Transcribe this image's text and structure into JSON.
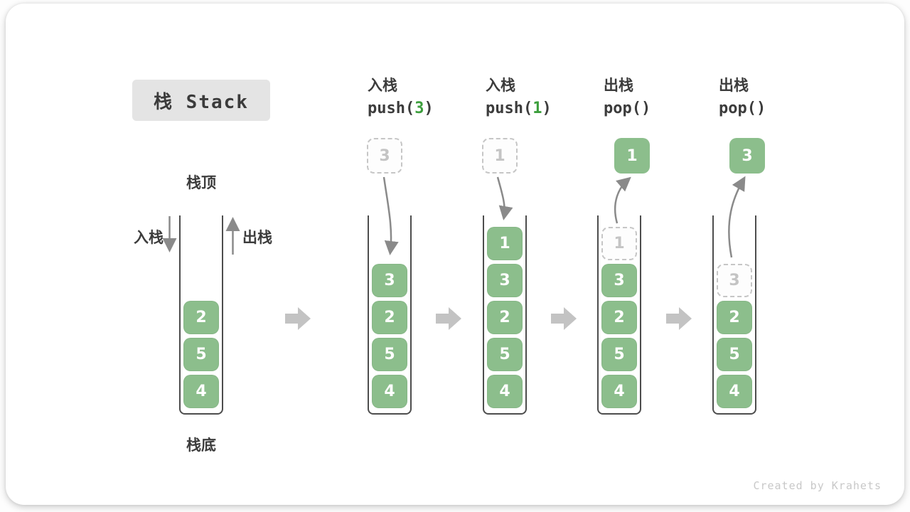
{
  "title": "栈 Stack",
  "labels": {
    "stack_top": "栈顶",
    "stack_bottom": "栈底",
    "push_side": "入栈",
    "pop_side": "出栈"
  },
  "operations": [
    {
      "name": "入栈",
      "code_pre": "push(",
      "arg": "3",
      "code_post": ")"
    },
    {
      "name": "入栈",
      "code_pre": "push(",
      "arg": "1",
      "code_post": ")"
    },
    {
      "name": "出栈",
      "code_pre": "pop(",
      "arg": "",
      "code_post": ")"
    },
    {
      "name": "出栈",
      "code_pre": "pop(",
      "arg": "",
      "code_post": ")"
    }
  ],
  "stacks": [
    {
      "cells": [
        "2",
        "5",
        "4"
      ]
    },
    {
      "cells": [
        "3",
        "2",
        "5",
        "4"
      ],
      "incoming": "3"
    },
    {
      "cells": [
        "1",
        "3",
        "2",
        "5",
        "4"
      ],
      "incoming": "1"
    },
    {
      "cells": [
        "3",
        "2",
        "5",
        "4"
      ],
      "ghost": "1",
      "outgoing": "1"
    },
    {
      "cells": [
        "2",
        "5",
        "4"
      ],
      "ghost": "3",
      "outgoing": "3"
    }
  ],
  "watermark": "Created by Krahets",
  "colors": {
    "cell_green": "#8cbe8c",
    "arg_green": "#3c9e3c",
    "block_arrow_gray": "#c3c3c3",
    "curve_arrow_gray": "#8a8a8a",
    "wall_dark": "#4d4d4d",
    "ghost_border": "#c6c6c6",
    "title_bg": "#e4e4e4",
    "text_dark": "#3c3c3c",
    "watermark_gray": "#c8c8c8"
  }
}
